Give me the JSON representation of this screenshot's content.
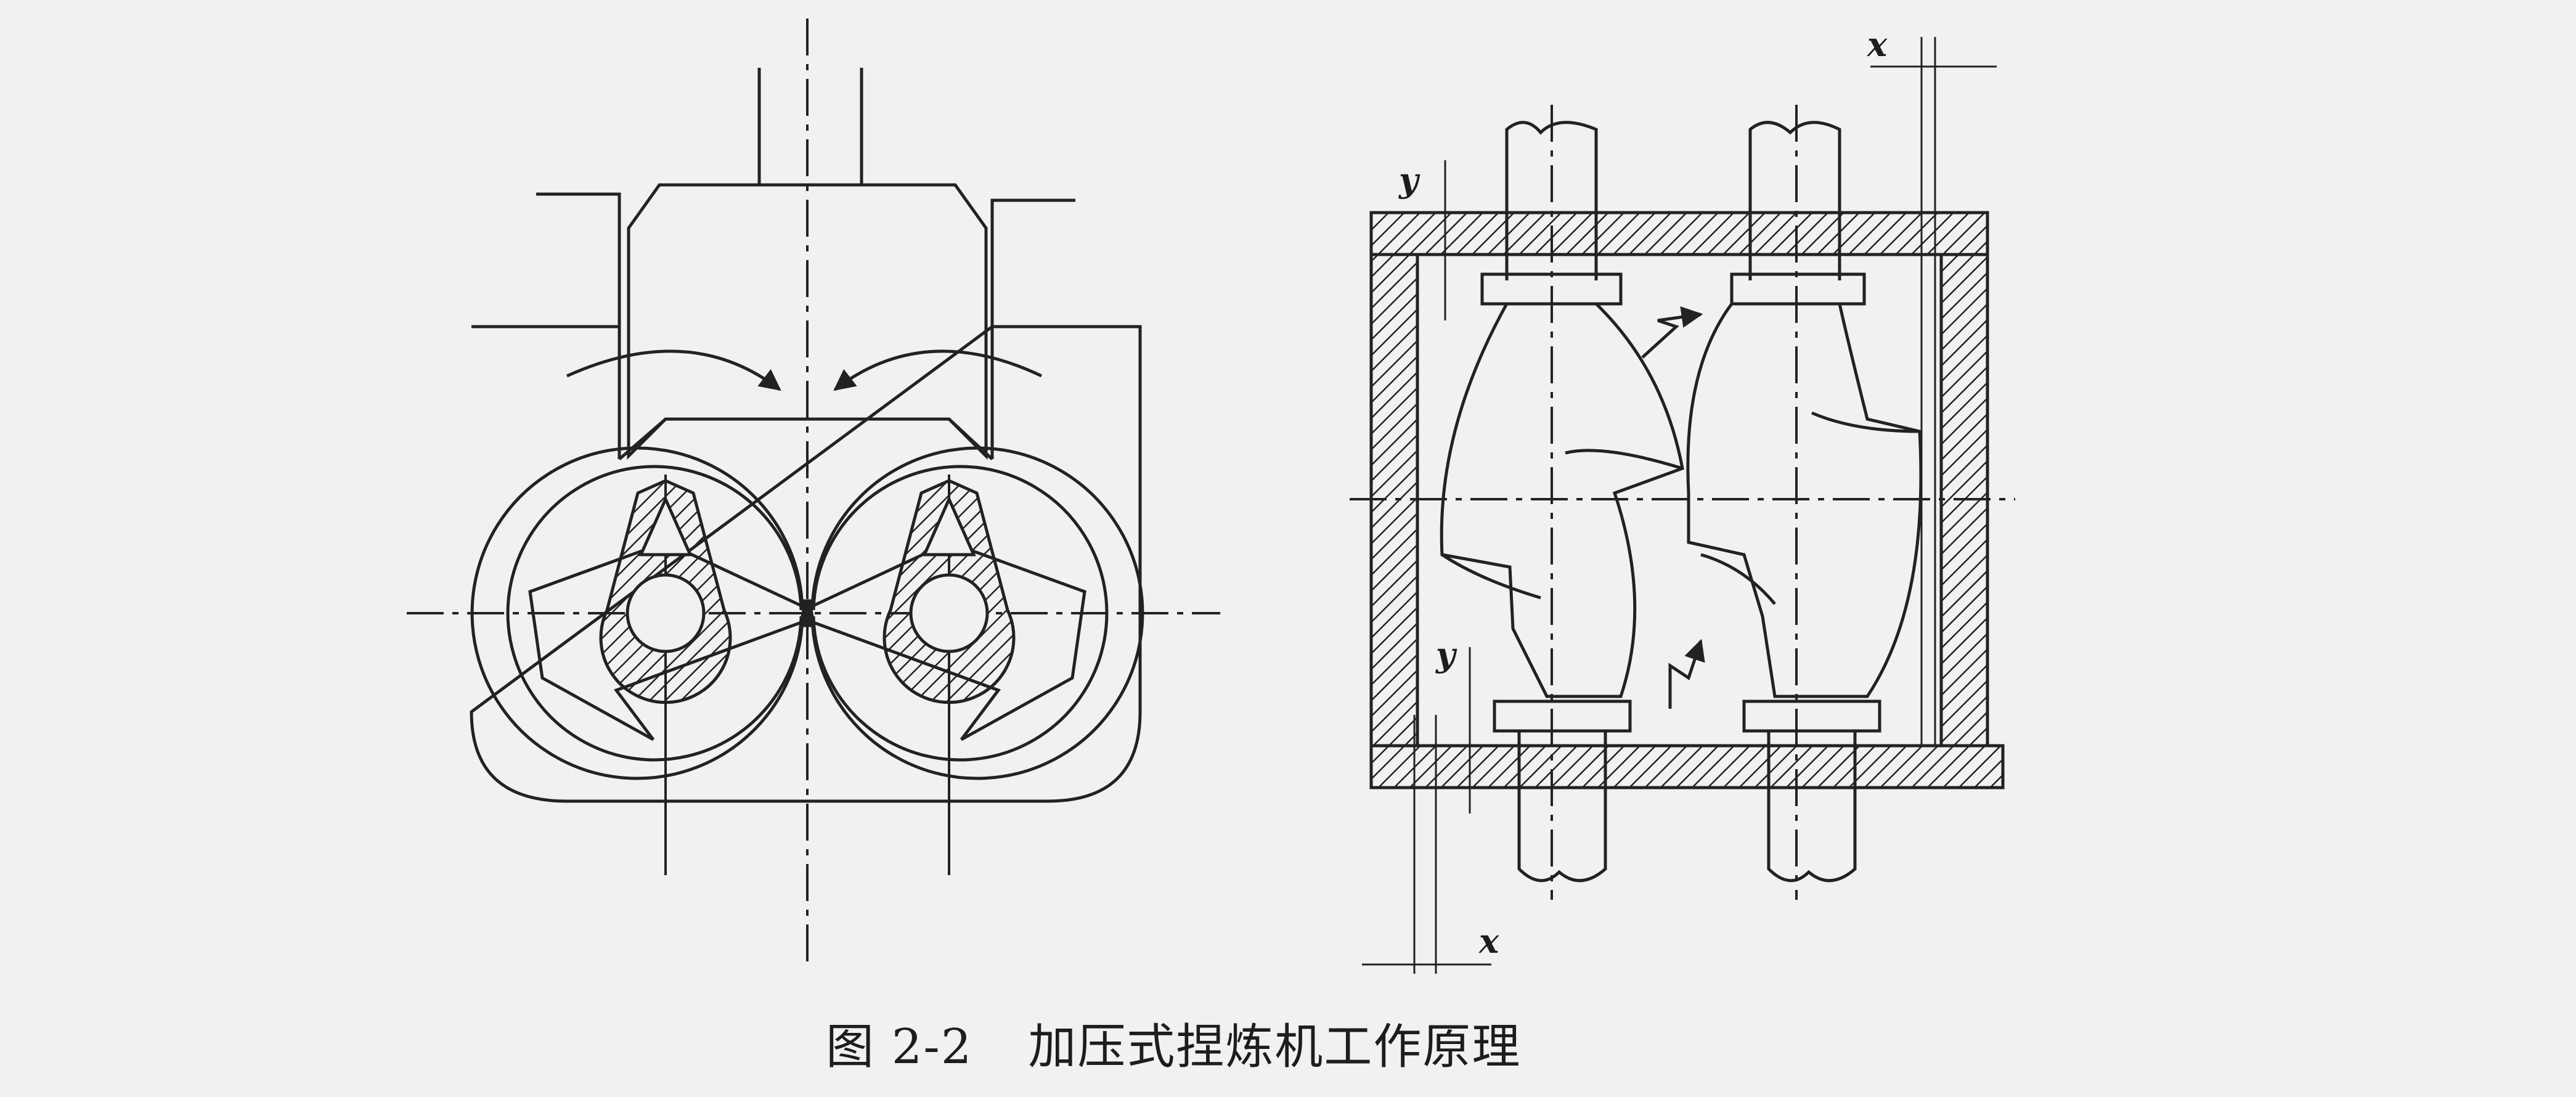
{
  "figure": {
    "caption_number": "图 2-2",
    "caption_title": "加压式捏炼机工作原理"
  },
  "labels": {
    "x_top": "x",
    "x_bottom": "x",
    "y_top": "y",
    "y_bottom": "y"
  }
}
